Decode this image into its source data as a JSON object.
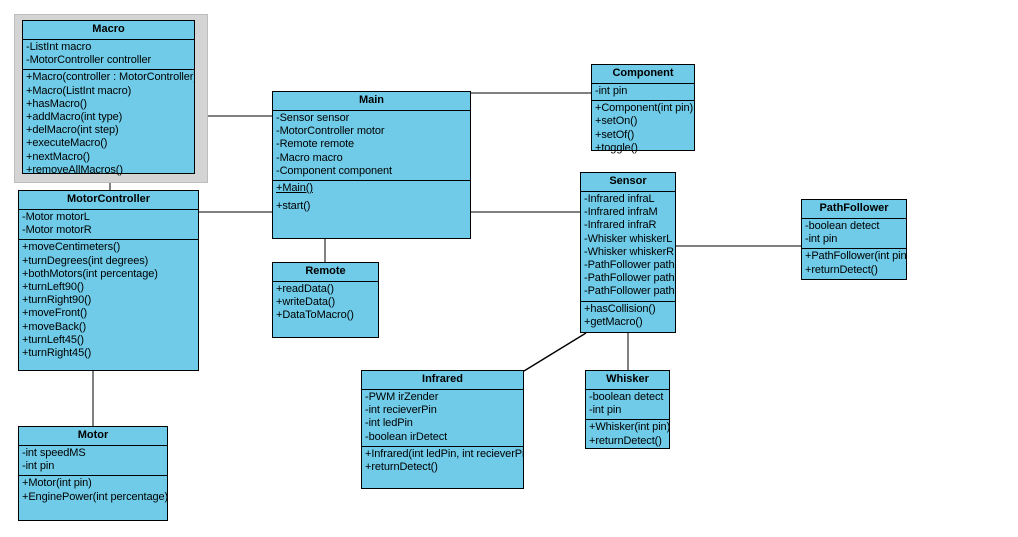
{
  "diagram": {
    "type": "uml-class-diagram",
    "background": "#ffffff",
    "class_fill": "#6fcbe8",
    "class_border": "#000000",
    "selection_frame_color": "#d4d4d4"
  },
  "classes": {
    "macro": {
      "name": "Macro",
      "attributes": [
        "-ListInt macro",
        "-MotorController controller"
      ],
      "methods": [
        "+Macro(controller : MotorController)",
        "+Macro(ListInt macro)",
        "+hasMacro()",
        "+addMacro(int type)",
        "+delMacro(int step)",
        "+executeMacro()",
        "+nextMacro()",
        "+removeAllMacros()"
      ]
    },
    "motorcontroller": {
      "name": "MotorController",
      "attributes": [
        "-Motor motorL",
        "-Motor motorR"
      ],
      "methods": [
        "+moveCentimeters()",
        "+turnDegrees(int degrees)",
        "+bothMotors(int percentage)",
        "+turnLeft90()",
        "+turnRight90()",
        "+moveFront()",
        "+moveBack()",
        "+turnLeft45()",
        "+turnRight45()"
      ]
    },
    "motor": {
      "name": "Motor",
      "attributes": [
        "-int speedMS",
        "-int pin"
      ],
      "methods": [
        "+Motor(int pin)",
        "+EnginePower(int percentage)"
      ]
    },
    "main": {
      "name": "Main",
      "attributes": [
        "-Sensor sensor",
        "-MotorController motor",
        "-Remote remote",
        "-Macro macro",
        "-Component component"
      ],
      "methods": [
        "+Main()",
        "+start()"
      ],
      "static_methods": [
        "+Main()"
      ]
    },
    "remote": {
      "name": "Remote",
      "attributes": [],
      "methods": [
        "+readData()",
        "+writeData()",
        "+DataToMacro()"
      ]
    },
    "component": {
      "name": "Component",
      "attributes": [
        "-int pin"
      ],
      "methods": [
        "+Component(int pin)",
        "+setOn()",
        "+setOf()",
        "+toggle()"
      ]
    },
    "sensor": {
      "name": "Sensor",
      "attributes": [
        "-Infrared infraL",
        "-Infrared infraM",
        "-Infrared infraR",
        "-Whisker whiskerL",
        "-Whisker whiskerR",
        "-PathFollower pathL",
        "-PathFollower pathM",
        "-PathFollower pathR"
      ],
      "methods": [
        "+hasCollision()",
        "+getMacro()"
      ]
    },
    "pathfollower": {
      "name": "PathFollower",
      "attributes": [
        "-boolean detect",
        "-int pin"
      ],
      "methods": [
        "+PathFollower(int pin)",
        "+returnDetect()"
      ]
    },
    "infrared": {
      "name": "Infrared",
      "attributes": [
        "-PWM irZender",
        "-int recieverPin",
        "-int ledPin",
        "-boolean irDetect"
      ],
      "methods": [
        "+Infrared(int ledPin, int recieverPin)",
        "+returnDetect()"
      ]
    },
    "whisker": {
      "name": "Whisker",
      "attributes": [
        "-boolean detect",
        "-int pin"
      ],
      "methods": [
        "+Whisker(int pin)",
        "+returnDetect()"
      ]
    }
  },
  "associations": [
    {
      "from": "Macro",
      "to": "Main"
    },
    {
      "from": "Macro",
      "to": "MotorController"
    },
    {
      "from": "MotorController",
      "to": "Main"
    },
    {
      "from": "MotorController",
      "to": "Motor"
    },
    {
      "from": "Main",
      "to": "Component"
    },
    {
      "from": "Main",
      "to": "Sensor"
    },
    {
      "from": "Main",
      "to": "Remote"
    },
    {
      "from": "Sensor",
      "to": "PathFollower"
    },
    {
      "from": "Sensor",
      "to": "Whisker"
    },
    {
      "from": "Sensor",
      "to": "Infrared"
    }
  ]
}
